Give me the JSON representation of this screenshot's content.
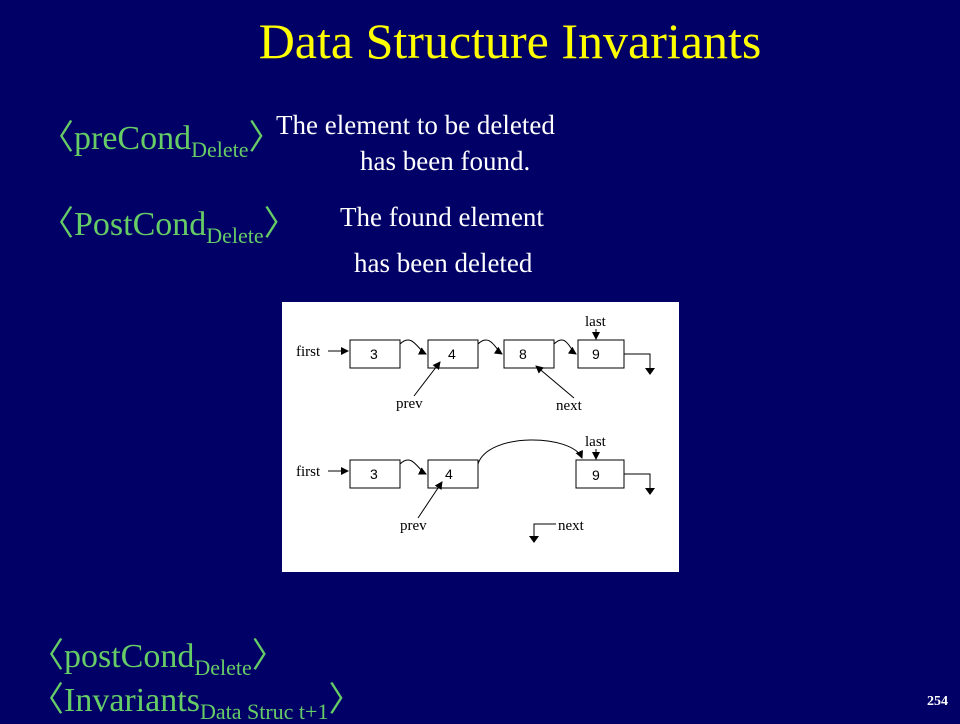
{
  "title": "Data Structure Invariants",
  "pre": {
    "open": "〈",
    "name": "preCond",
    "sub": "Delete",
    "close": "〉",
    "desc1": "The element to be deleted",
    "desc2": "has been found."
  },
  "post": {
    "open": "〈",
    "name": "PostCond",
    "sub": "Delete",
    "close": "〉",
    "desc1": "The found element",
    "desc2": "has been deleted"
  },
  "bottom_post": {
    "open": "〈",
    "name": "postCond",
    "sub": "Delete",
    "close": "〉"
  },
  "bottom_inv": {
    "open": "〈",
    "name": "Invariants",
    "sub": "Data Struc t+1",
    "close": "〉"
  },
  "slide_number": "254",
  "diagram": {
    "top": {
      "first": "first",
      "last": "last",
      "nodes": [
        "3",
        "4",
        "8",
        "9"
      ],
      "prev": "prev",
      "next": "next"
    },
    "bottom": {
      "first": "first",
      "last": "last",
      "nodes": [
        "3",
        "4",
        "9"
      ],
      "prev": "prev",
      "next": "next"
    }
  }
}
